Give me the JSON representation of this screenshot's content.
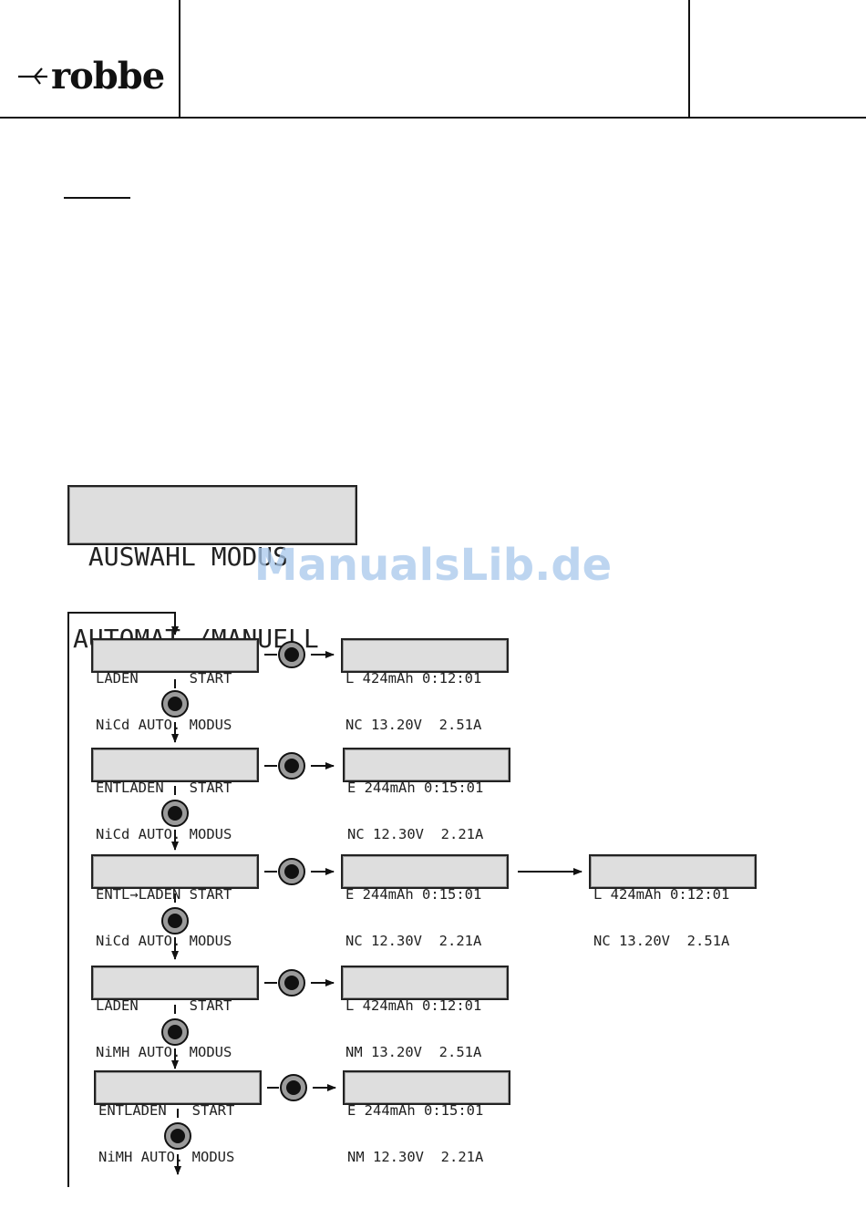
{
  "header": {
    "logo_text": "robbe"
  },
  "watermark": "ManualsLib.de",
  "main_display": {
    "line1": " AUSWAHL MODUS",
    "line2": "AUTOMAT./MANUELL"
  },
  "menu": [
    {
      "line1": "LADEN      START",
      "line2": "NiCd AUTO. MODUS",
      "result": [
        "L 424mAh 0:12:01",
        "NC 13.20V  2.51A"
      ]
    },
    {
      "line1": "ENTLADEN   START",
      "line2": "NiCd AUTO. MODUS",
      "result": [
        "E 244mAh 0:15:01",
        "NC 12.30V  2.21A"
      ]
    },
    {
      "line1": "ENTL→LADEN START",
      "line2": "NiCd AUTO. MODUS",
      "result": [
        "E 244mAh 0:15:01",
        "NC 12.30V  2.21A"
      ],
      "result2": [
        "L 424mAh 0:12:01",
        "NC 13.20V  2.51A"
      ]
    },
    {
      "line1": "LADEN      START",
      "line2": "NiMH AUTO. MODUS",
      "result": [
        "L 424mAh 0:12:01",
        "NM 13.20V  2.51A"
      ]
    },
    {
      "line1": "ENTLADEN   START",
      "line2": "NiMH AUTO. MODUS",
      "result": [
        "E 244mAh 0:15:01",
        "NM 12.30V  2.21A"
      ]
    }
  ]
}
